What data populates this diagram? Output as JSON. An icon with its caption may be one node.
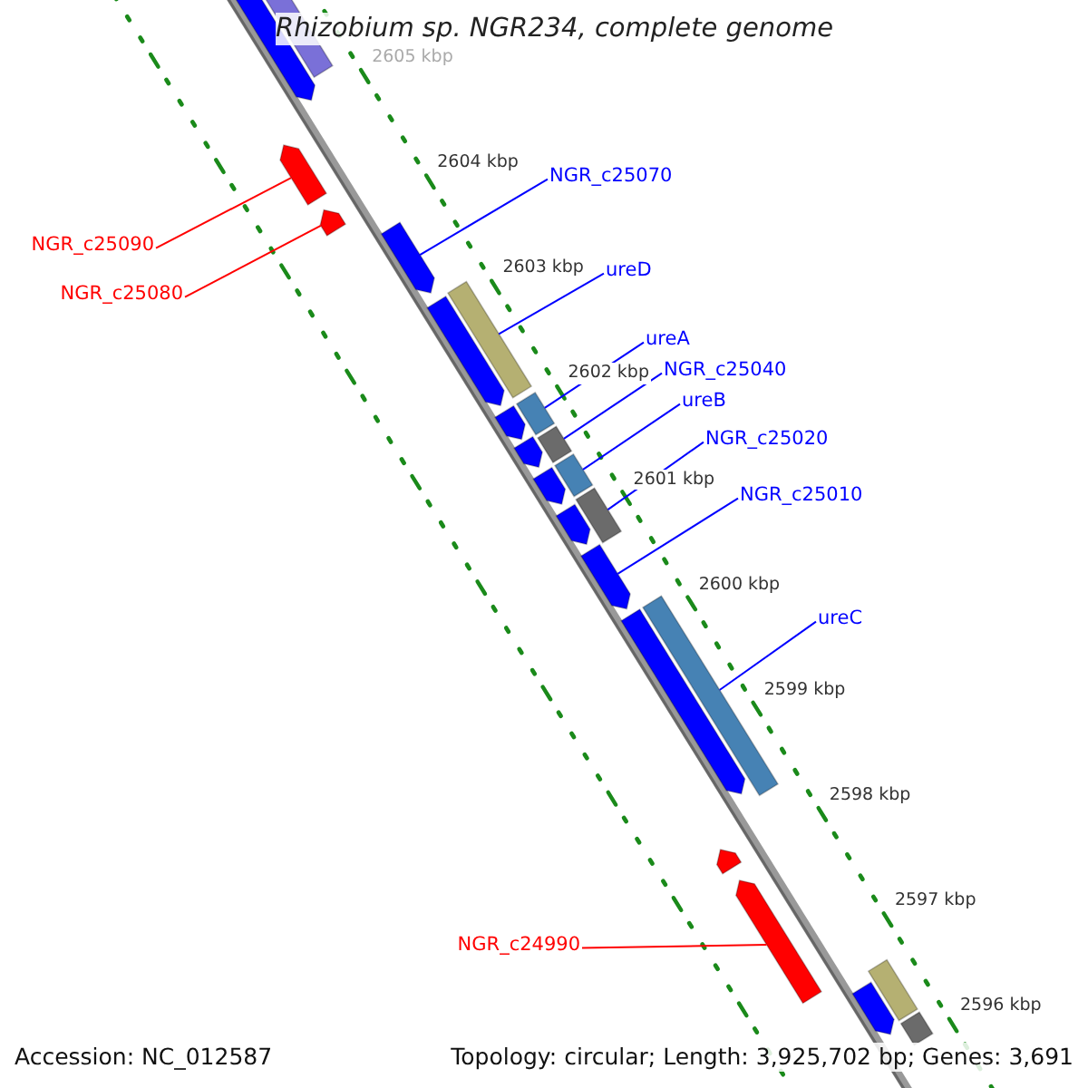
{
  "diagram": {
    "title": "Rhizobium sp. NGR234, complete genome",
    "nodes": [
      {
        "text": [
          "NGR_c25070"
        ]
      },
      {
        "text": [
          "NGR_c25090"
        ]
      },
      {
        "text": [
          "ureD"
        ]
      },
      {
        "text": [
          "NGR_c25080"
        ]
      },
      {
        "text": [
          "ureA"
        ]
      },
      {
        "text": [
          "NGR_c25040"
        ]
      },
      {
        "text": [
          "ureB"
        ]
      },
      {
        "text": [
          "NGR_c25020"
        ]
      },
      {
        "text": [
          "NGR_c25010"
        ]
      },
      {
        "text": [
          "ureC"
        ]
      },
      {
        "text": [
          "NGR_c24990"
        ]
      },
      {
        "text": [],
        "shape": "arrow"
      },
      {
        "text": [],
        "shape": "bar"
      },
      {
        "text": [],
        "shape": "arrow"
      },
      {
        "text": [],
        "shape": "arrow"
      },
      {
        "text": [],
        "shape": "arrow"
      },
      {
        "text": [],
        "shape": "bar"
      },
      {
        "text": [],
        "shape": "arrow"
      },
      {
        "text": [],
        "shape": "bar"
      },
      {
        "text": [],
        "shape": "arrow"
      },
      {
        "text": [],
        "shape": "bar"
      },
      {
        "text": [],
        "shape": "arrow"
      },
      {
        "text": [],
        "shape": "bar"
      },
      {
        "text": [],
        "shape": "arrow"
      },
      {
        "text": [],
        "shape": "bar"
      },
      {
        "text": [],
        "shape": "arrow"
      },
      {
        "text": [],
        "shape": "arrow"
      },
      {
        "text": [],
        "shape": "bar"
      },
      {
        "text": [],
        "shape": "arrow"
      },
      {
        "text": [],
        "shape": "arrow"
      },
      {
        "text": [],
        "shape": "arrow"
      },
      {
        "text": [],
        "shape": "bar"
      },
      {
        "text": [],
        "shape": "arrow"
      },
      {
        "text": [],
        "shape": "bar"
      }
    ],
    "edges": [
      {
        "from": 0,
        "to": 15,
        "arrow": "none"
      },
      {
        "from": 1,
        "to": 13,
        "arrow": "none",
        "color": "#ff0000"
      },
      {
        "from": 2,
        "to": 16,
        "arrow": "none"
      },
      {
        "from": 3,
        "to": 14,
        "arrow": "none",
        "color": "#ff0000"
      },
      {
        "from": 4,
        "to": 18,
        "arrow": "none"
      },
      {
        "from": 5,
        "to": 20,
        "arrow": "none"
      },
      {
        "from": 6,
        "to": 22,
        "arrow": "none"
      },
      {
        "from": 7,
        "to": 24,
        "arrow": "none"
      },
      {
        "from": 8,
        "to": 26,
        "arrow": "none"
      },
      {
        "from": 9,
        "to": 27,
        "arrow": "none"
      },
      {
        "from": 10,
        "to": 30,
        "arrow": "none",
        "color": "#ff0000"
      }
    ],
    "labels": [
      "2605 kbp",
      "2604 kbp",
      "2603 kbp",
      "2602 kbp",
      "2601 kbp",
      "2600 kbp",
      "2599 kbp",
      "2598 kbp",
      "2597 kbp",
      "2596 kbp",
      "Accession: NC_012587",
      "Topology: circular; Length: 3,925,702 bp; Genes: 3,691"
    ]
  }
}
